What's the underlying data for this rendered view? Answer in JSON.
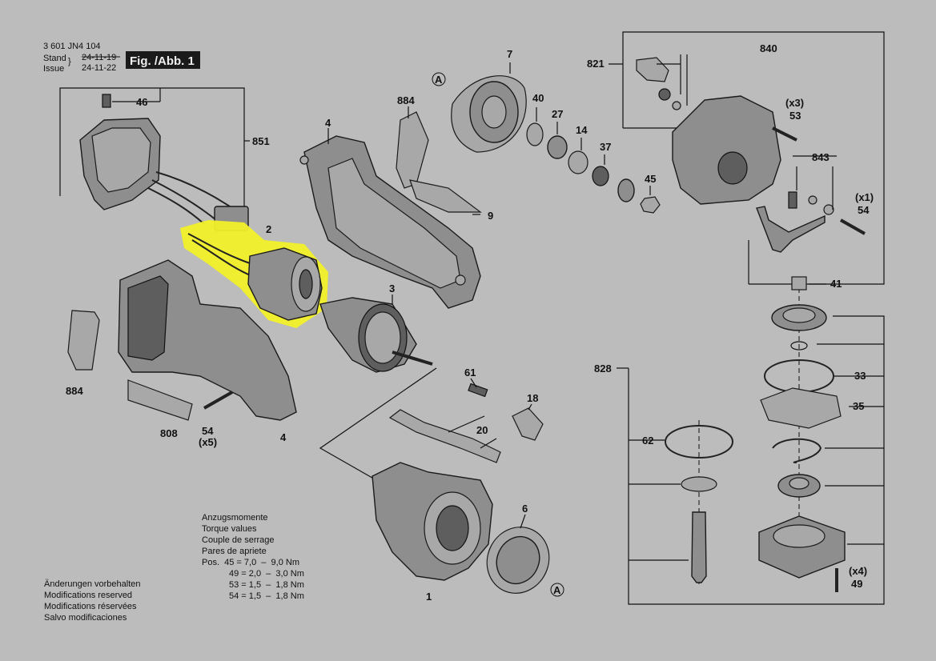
{
  "header": {
    "part_number": "3 601 JN4 104",
    "stand_label": "Stand",
    "issue_label": "Issue",
    "old_date": "24-11-19",
    "new_date": "24-11-22",
    "figure": "Fig. /Abb. 1"
  },
  "callouts": {
    "c846": "46",
    "c851": "851",
    "c884a": "884",
    "c4a": "4",
    "c2": "2",
    "c884b": "884",
    "c808": "808",
    "c54a": "54",
    "c54a_qty": "(x5)",
    "c4b": "4",
    "c9": "9",
    "c3": "3",
    "cA1": "A",
    "c7": "7",
    "c40": "40",
    "c27": "27",
    "c14": "14",
    "c37": "37",
    "c45": "45",
    "c61": "61",
    "c18": "18",
    "c20": "20",
    "c6": "6",
    "c1": "1",
    "cA2": "A",
    "c821": "821",
    "c840": "840",
    "c53_qty": "(x3)",
    "c53": "53",
    "c843": "843",
    "c54b_qty": "(x1)",
    "c54b": "54",
    "c41": "41",
    "c828": "828",
    "c33": "33",
    "c35": "35",
    "c62": "62",
    "c49_qty": "(x4)",
    "c49": "49"
  },
  "torque": {
    "title_de": "Anzugsmomente",
    "title_en": "Torque values",
    "title_fr": "Couple de serrage",
    "title_es": "Pares de apriete",
    "rows": [
      "Pos.  45 = 7,0  –  9,0 Nm",
      "49 = 2,0  –  3,0 Nm",
      "53 = 1,5  –  1,8 Nm",
      "54 = 1,5  –  1,8 Nm"
    ]
  },
  "notes": [
    "Änderungen vorbehalten",
    "Modifications reserved",
    "Modifications réservées",
    "Salvo modificaciones"
  ],
  "colors": {
    "background": "#bcbcbc",
    "highlight": "#f2f028",
    "figure_box": "#1a1a1a"
  }
}
